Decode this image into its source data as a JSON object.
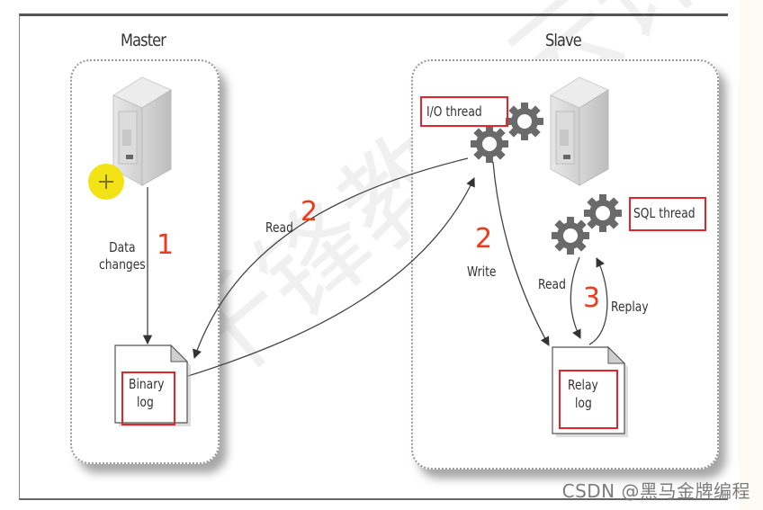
{
  "diagram": {
    "master": {
      "title": "Master",
      "data_changes_label": "Data\nchanges",
      "step1_number": "1",
      "binary_log_label": [
        "Binary",
        "log"
      ]
    },
    "slave": {
      "title": "Slave",
      "io_thread_label": "I/O thread",
      "sql_thread_label": "SQL thread",
      "relay_log_label": [
        "Relay",
        "log"
      ],
      "write_label": "Write",
      "write_number": "2",
      "read_label": "Read",
      "replay_label": "Replay",
      "step3_number": "3"
    },
    "cross": {
      "read_label": "Read",
      "read_number": "2"
    },
    "colors": {
      "highlight_red": "#e3242b",
      "step_number_orange": "#ee3a1b",
      "cursor_yellow": "#f2e20a"
    }
  },
  "watermark": "CSDN @黑马金牌编程",
  "background_watermark": "千锋教育云计"
}
